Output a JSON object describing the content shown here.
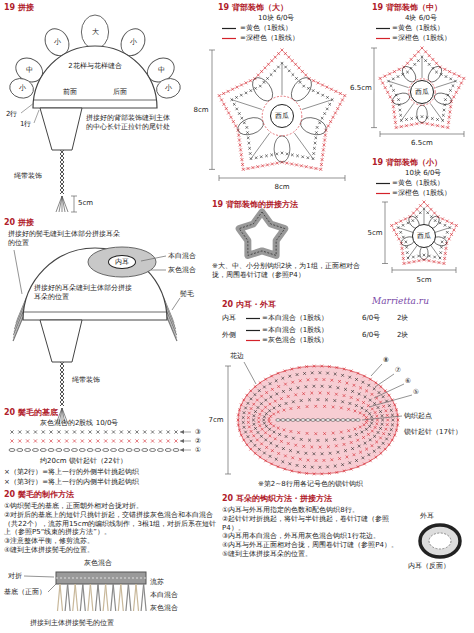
{
  "diagram": {
    "nodes": [
      {
        "text": [
          "西瓜"
        ]
      },
      {
        "text": [
          "西瓜"
        ]
      },
      {
        "text": [
          "西瓜"
        ]
      },
      {
        "text": [
          "内耳"
        ]
      }
    ],
    "labels": [
      "19 拼接",
      "大",
      "小",
      "小",
      "中",
      "中",
      "小",
      "小",
      "2花样与花样缝合",
      "前面",
      "后面",
      "2行",
      "1行",
      "拼接好的背部装饰缝到主体的中心长针正拉针的尾针处",
      "绳带装饰",
      "5cm",
      "19 背部装饰（大）",
      "10块 6/0号",
      "=黄色（1股线）",
      "=深橙色（1股线）",
      "8cm",
      "8cm",
      "19 背部装饰（中）",
      "4块 6/0号",
      "=黄色（1股线）",
      "=深橙色（1股线）",
      "6.5cm",
      "6.5cm",
      "19 背部装饰（小）",
      "10块 6/0号",
      "=黄色（1股线）",
      "=深橙色（1股线）",
      "5cm",
      "5cm",
      "19 背部装饰的拼接方法",
      "※大、中、小分别钩织2块，为1组，正面相对合拢，周围卷针订缝（参照P4）",
      "20 内耳・外耳",
      "内耳",
      "=本白混合（1股线）",
      "6/0号",
      "2块",
      "外侧",
      "=本白混合（1股线）",
      "=灰色混合（1股线）",
      "6/0号",
      "2块",
      "花边",
      "7cm",
      "⑧",
      "⑦",
      "⑥",
      "⑤",
      "钩织起点",
      "锁针起针（17针）",
      "※第2~8行用各记号色的锁针钩织",
      "20 拼接",
      "拼接好的鬓毛缝到主体部分拼接耳朵的位置",
      "本白混合",
      "灰色混合",
      "鬓毛",
      "拼接好的耳朵缝到主体部分拼接耳朵的位置",
      "绳带装饰",
      "20 鬓毛的基底",
      "灰色混合的2股线 10/0号",
      "③",
      "②",
      "①",
      "约20cm 锁针起针（22针）",
      "×（第2行）=将上一行的外侧半针挑起钩织",
      "×（第3行）=将上一行的内侧半针挑起钩织",
      "20 鬓毛的制作方法",
      "①钩织鬓毛的基底，正面朝外相对合拢对折。",
      "②对折后的基底上的短针只挑针折起，交错拼接灰色混合和本白混合（共22个），流苏用15cm的编织线制作，3根1组，对折后系在短针上（参照P5“线束的拼接方法”）。",
      "③注意整体平衡，修剪流苏。",
      "④缝到主体拼接鬓毛的位置。",
      "对折",
      "灰色混合",
      "流苏",
      "本白混合",
      "基底（正面）",
      "灰色混合",
      "拼接到主体拼接鬓毛的位置",
      "20 耳朵的钩织方法・拼接方法",
      "①内耳与外耳用指定的色数和配色钩织8行。",
      "②起针针对折挑起，将针与半针挑起，卷针订缝（参照P4）。",
      "③内耳用本白混合，外耳用灰色混合钩织1行花边。",
      "④内耳与外耳正面相对合拢，周围卷针订缝（参照P4）。",
      "⑤缝到主体拼接耳朵的位置。",
      "外耳",
      "内耳（反面）",
      "Marrietta.ru"
    ]
  }
}
